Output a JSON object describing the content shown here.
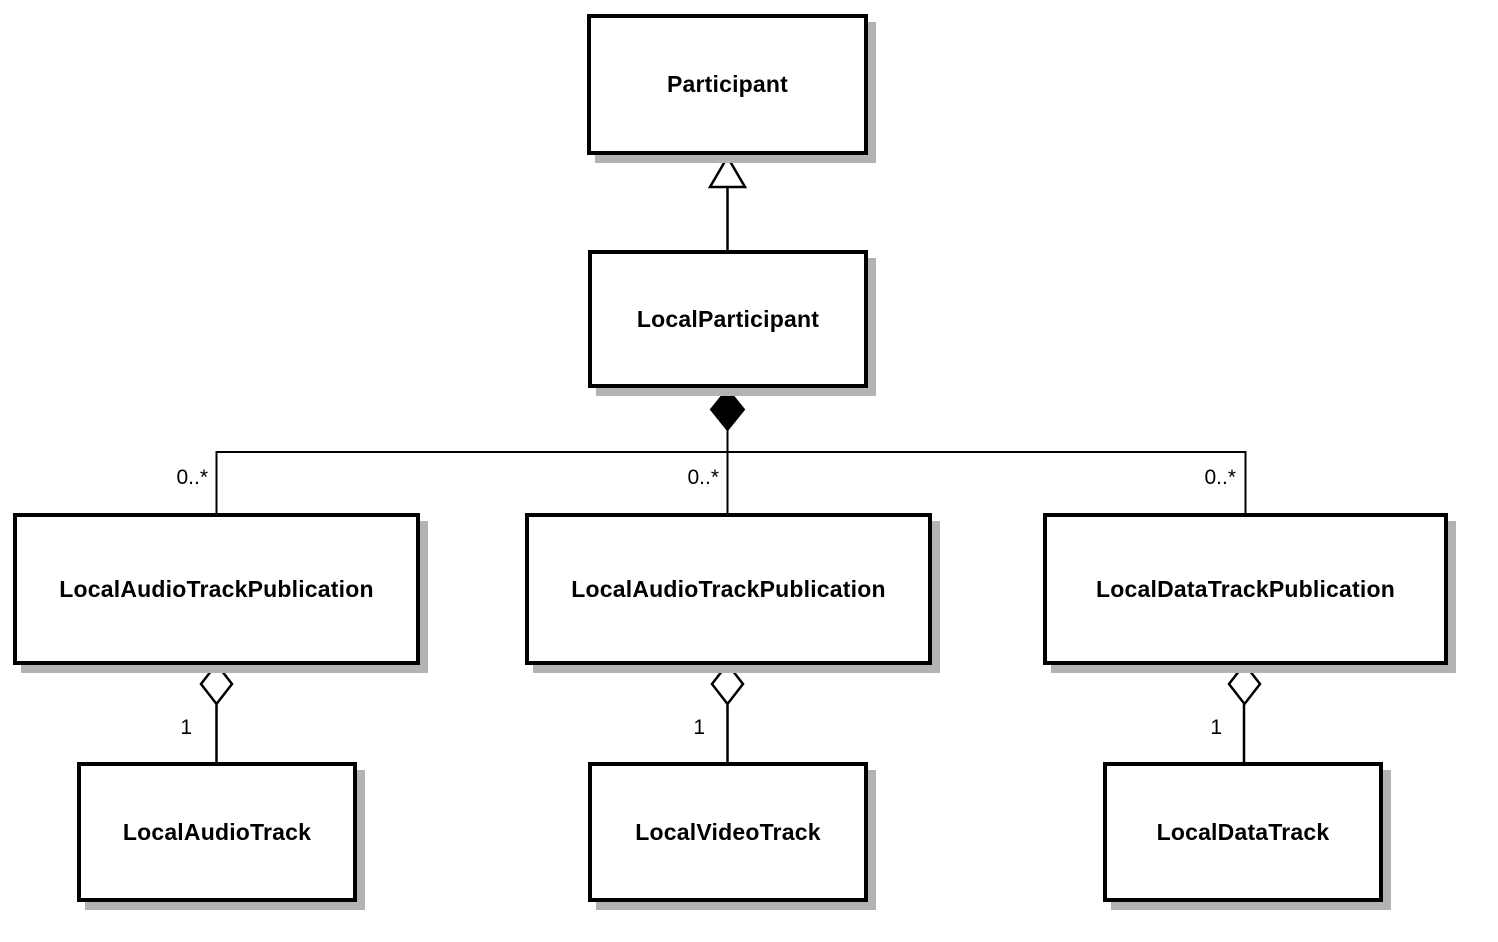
{
  "classes": {
    "participant": "Participant",
    "local_participant": "LocalParticipant",
    "pub_left": "LocalAudioTrackPublication",
    "pub_middle": "LocalAudioTrackPublication",
    "pub_right": "LocalDataTrackPublication",
    "track_left": "LocalAudioTrack",
    "track_middle": "LocalVideoTrack",
    "track_right": "LocalDataTrack"
  },
  "multiplicities": {
    "pub_left": "0..*",
    "pub_middle": "0..*",
    "pub_right": "0..*",
    "track_left": "1",
    "track_middle": "1",
    "track_right": "1"
  },
  "colors": {
    "background": "#ffffff",
    "box_fill": "#ffffff",
    "box_border": "#000000",
    "box_shadow": "#b3b3b3",
    "connector_line": "#000000",
    "composition_diamond_fill": "#000000",
    "aggregation_diamond_fill": "#ffffff",
    "generalization_triangle_fill": "#ffffff"
  }
}
